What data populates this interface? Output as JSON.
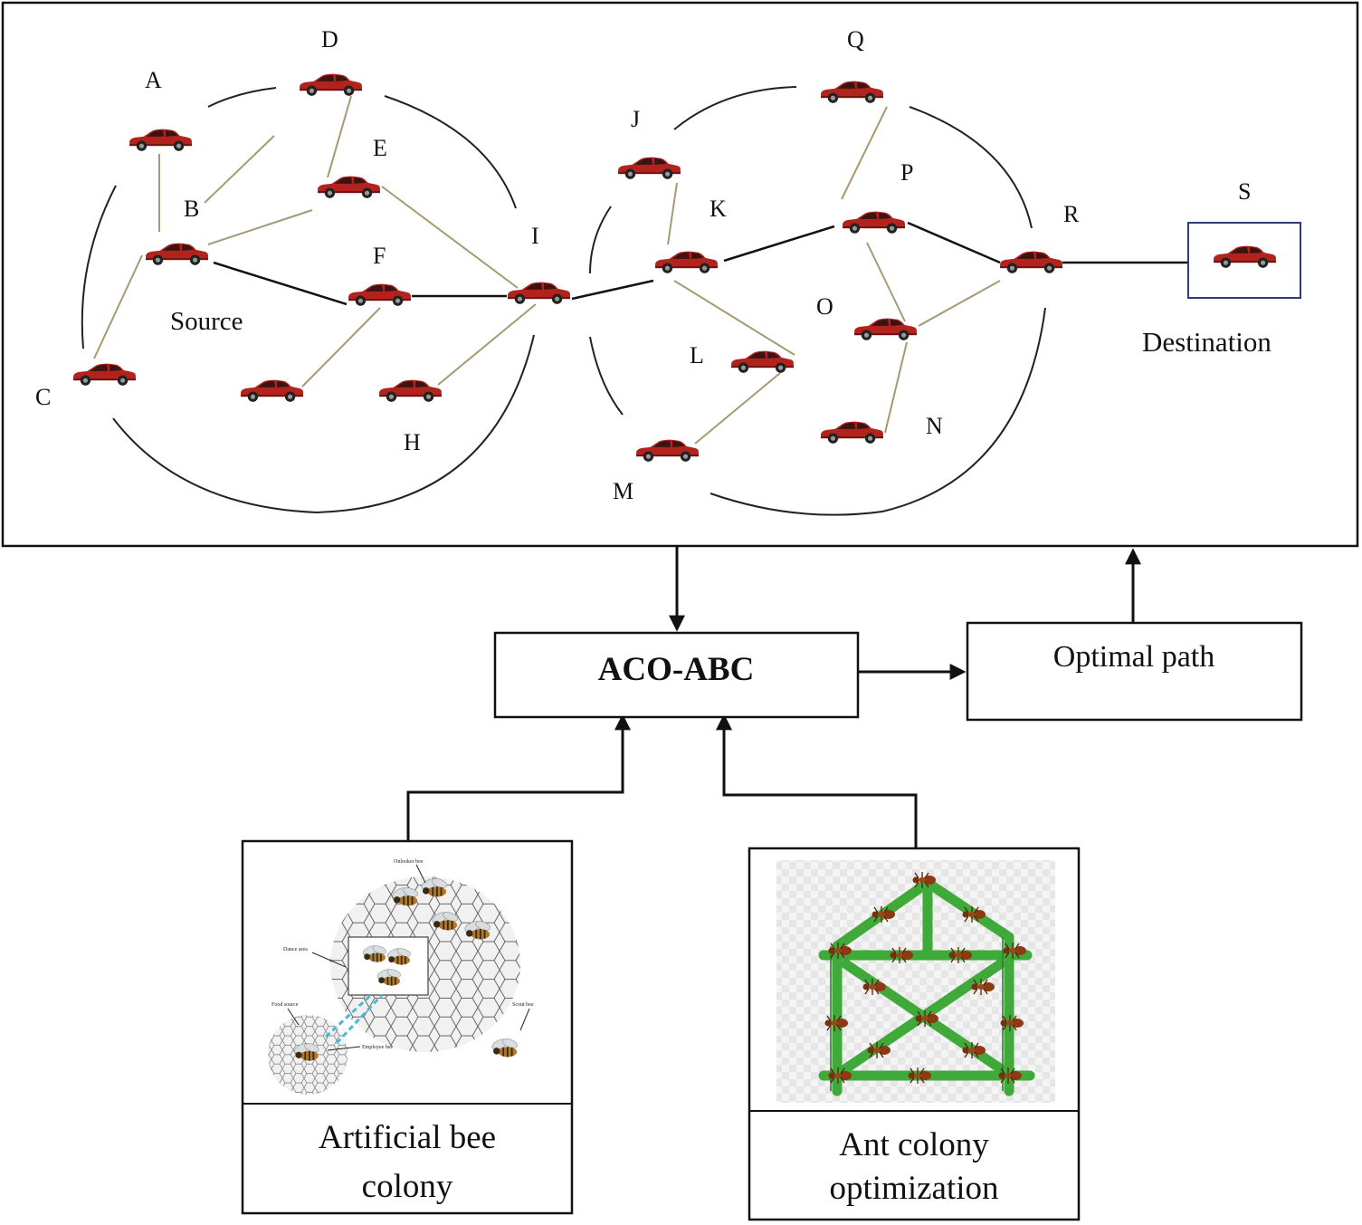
{
  "network": {
    "node_labels": {
      "A": "A",
      "B": "B",
      "C": "C",
      "D": "D",
      "E": "E",
      "F": "F",
      "H": "H",
      "I": "I",
      "J": "J",
      "K": "K",
      "L": "L",
      "M": "M",
      "N": "N",
      "O": "O",
      "P": "P",
      "Q": "Q",
      "R": "R",
      "S": "S"
    },
    "source_label": "Source",
    "destination_label": "Destination"
  },
  "process": {
    "hybrid_label": "ACO-ABC",
    "optimal_label": "Optimal path",
    "abc_label_line1": "Artificial bee",
    "abc_label_line2": "colony",
    "aco_label_line1": "Ant colony",
    "aco_label_line2": "optimization"
  },
  "abc_figure": {
    "onlooker": "Onlooker bee",
    "dance": "Dance area",
    "food": "Food source",
    "scout": "Scout bee",
    "employee": "Employee bee"
  },
  "colors": {
    "car_body": "#b3231d",
    "car_dark": "#6e1210",
    "link_tan": "#a59a74",
    "bamboo": "#3fa93a",
    "ant": "#8b3a14"
  }
}
